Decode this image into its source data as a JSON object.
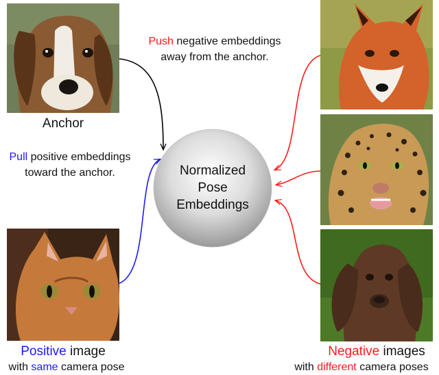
{
  "center": {
    "lines": [
      "Normalized",
      "Pose",
      "Embeddings"
    ]
  },
  "anchor": {
    "image": "beagle-dog-photo",
    "caption": "Anchor"
  },
  "push_note": {
    "keyword": "Push",
    "rest_line1": " negative embeddings",
    "line2": "away from the anchor."
  },
  "pull_note": {
    "keyword": "Pull",
    "rest_line1": " positive embeddings",
    "line2": "toward the anchor."
  },
  "positive": {
    "image": "orange-cat-photo",
    "caption_keyword": "Positive",
    "caption_rest": " image",
    "sub_prefix": "with ",
    "sub_keyword": "same",
    "sub_rest": " camera pose"
  },
  "negative": {
    "images": [
      "red-fox-photo",
      "leopard-photo",
      "brown-pointer-dog-photo"
    ],
    "caption_keyword": "Negative",
    "caption_rest": " images",
    "sub_prefix": "with ",
    "sub_keyword": "different",
    "sub_rest": " camera poses"
  },
  "colors": {
    "positive": "#1a1aff",
    "negative": "#ff1a1a",
    "anchor_arrow": "#000000",
    "sphere_light": "#ffffff",
    "sphere_dark": "#9a9a9a"
  }
}
